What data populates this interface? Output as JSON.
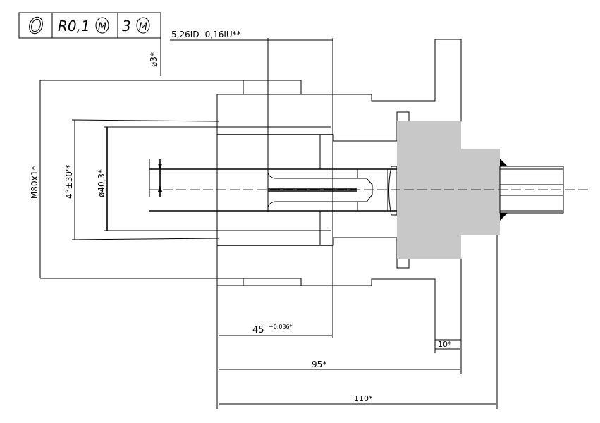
{
  "tolerance_frame": {
    "symbol": "◎",
    "tolerance": "R0,1",
    "tolerance_modifier": "M",
    "datum": "3",
    "datum_modifier": "M"
  },
  "dimensions": {
    "top_callout": "5,26ID- 0,16IU**",
    "pin_diameter": "ø3*",
    "thread": "M80x1*",
    "taper": "4°±30'*",
    "bore_diameter": "ø40,3*",
    "depth_45": "45",
    "depth_45_tolerance": "+0,036*",
    "flange_10": "10*",
    "length_95": "95*",
    "length_110": "110*"
  },
  "colors": {
    "line": "#000000",
    "insert_fill": "#c8c8c8"
  }
}
